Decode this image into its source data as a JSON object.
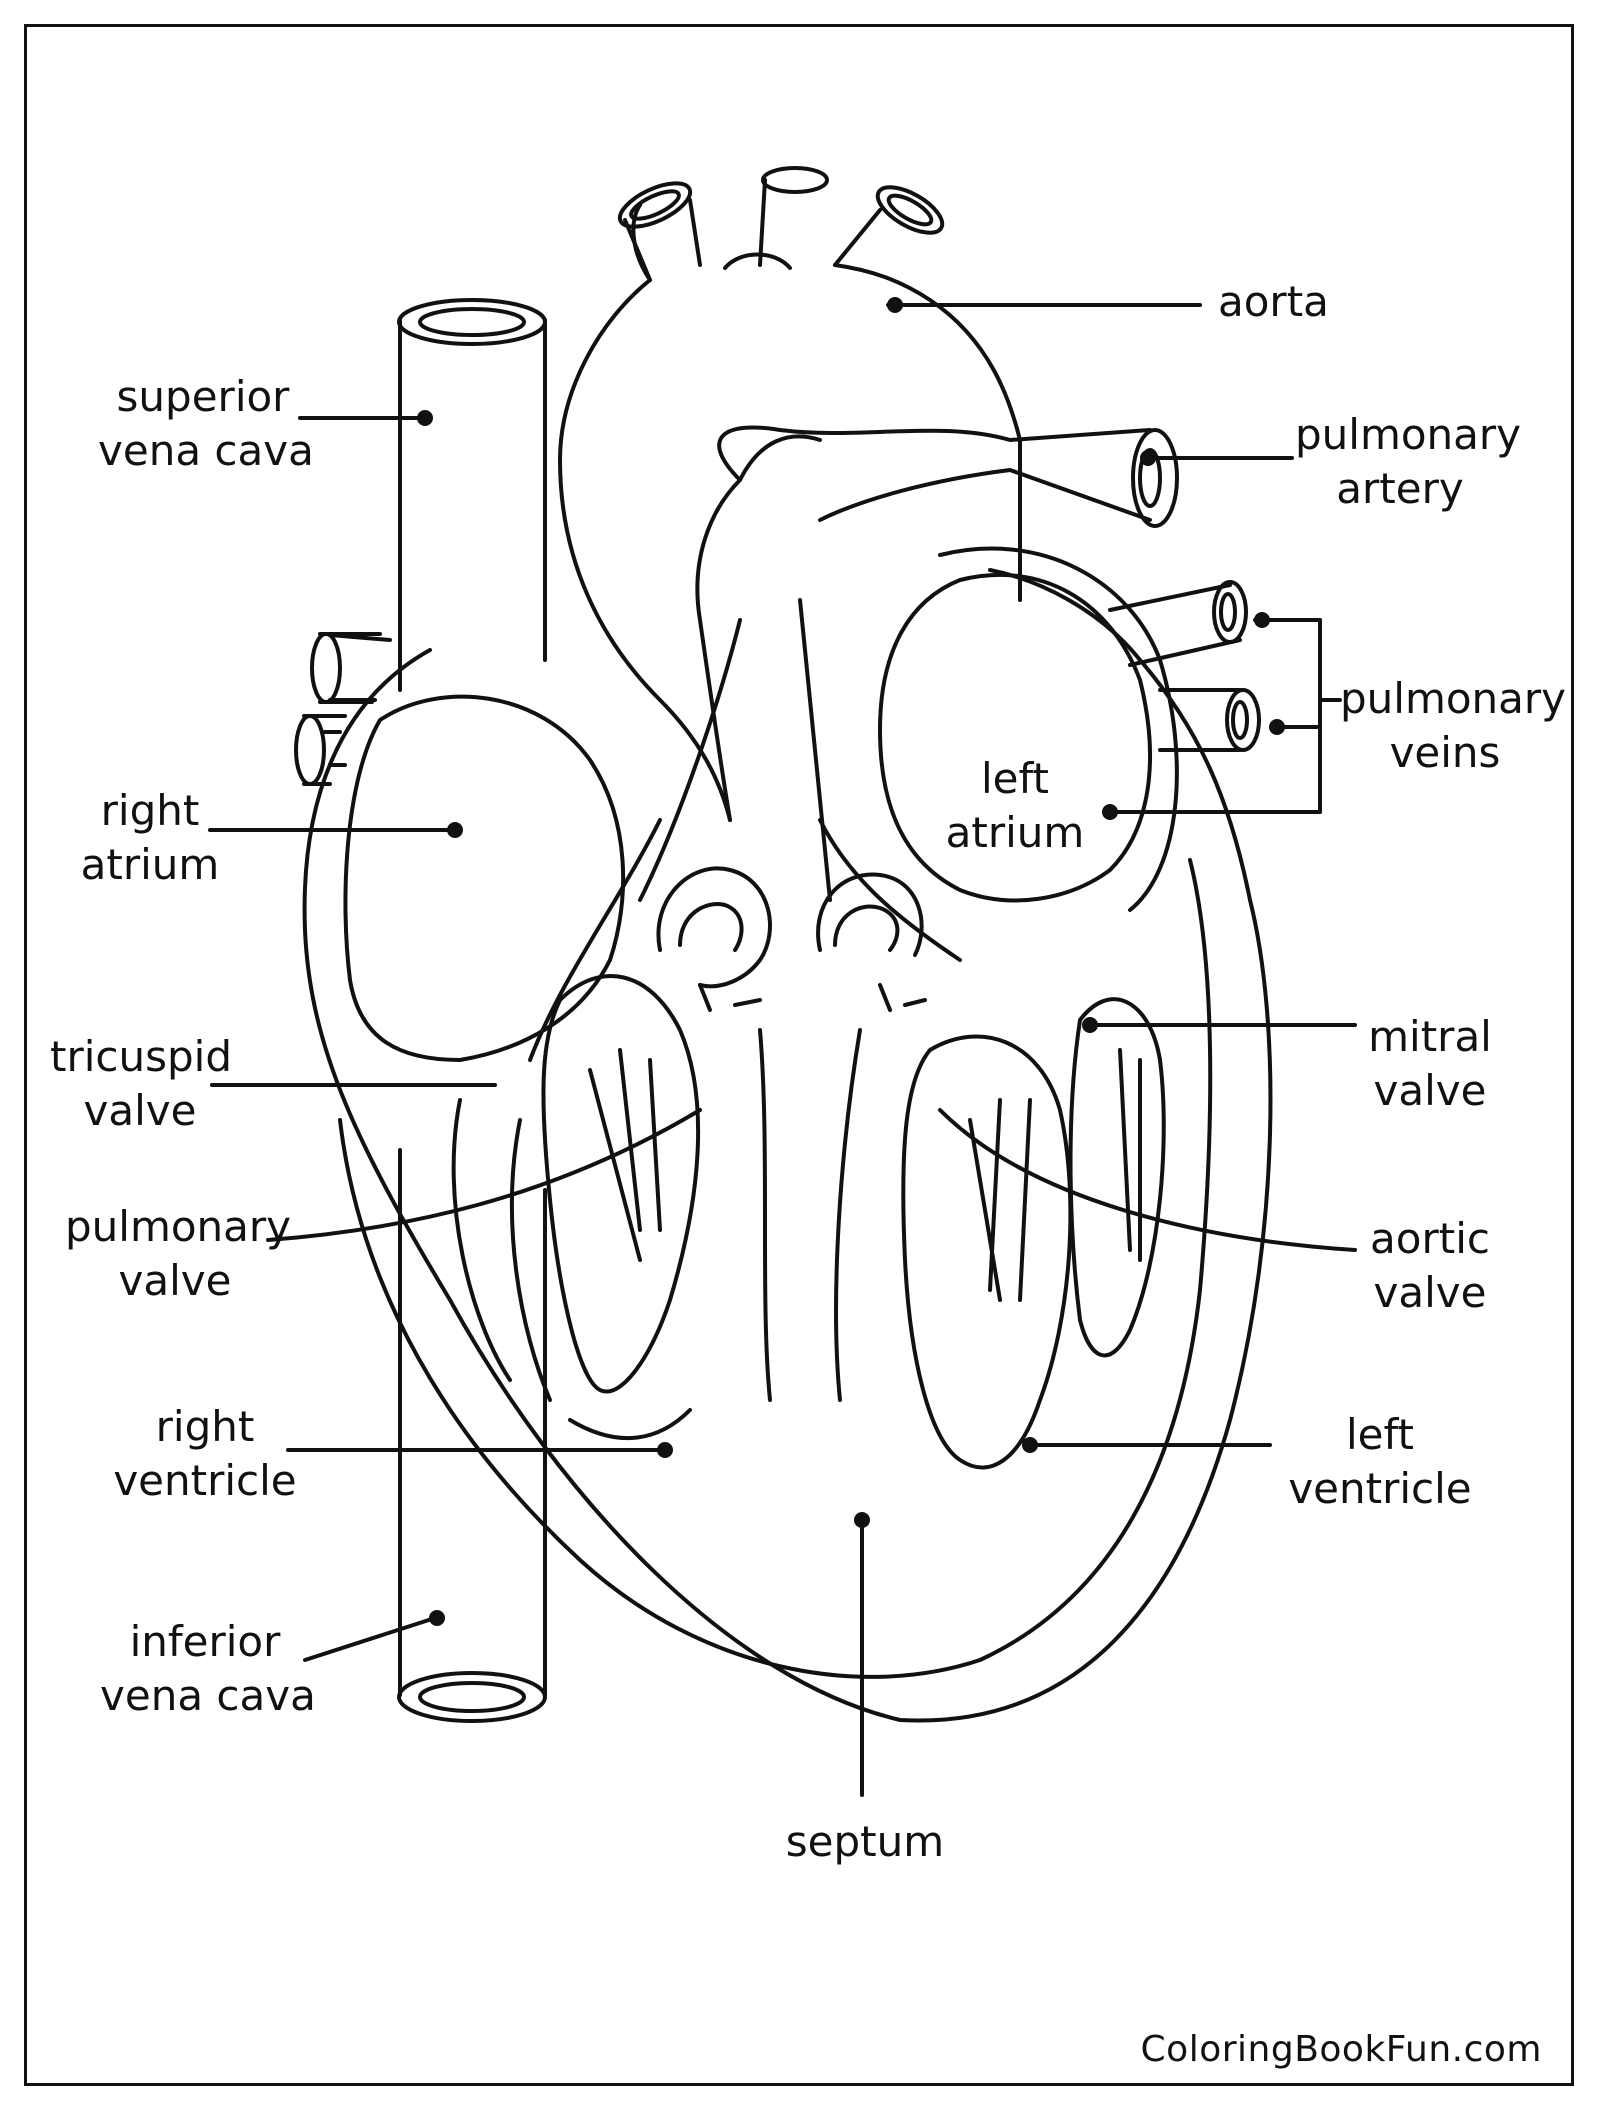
{
  "labels": {
    "aorta": [
      "aorta"
    ],
    "superior_vena_cava": [
      "superior",
      "vena cava"
    ],
    "pulmonary_artery": [
      "pulmonary",
      "artery"
    ],
    "pulmonary_veins": [
      "pulmonary",
      "veins"
    ],
    "left_atrium": [
      "left",
      "atrium"
    ],
    "right_atrium": [
      "right",
      "atrium"
    ],
    "tricuspid_valve": [
      "tricuspid",
      "valve"
    ],
    "mitral_valve": [
      "mitral",
      "valve"
    ],
    "pulmonary_valve": [
      "pulmonary",
      "valve"
    ],
    "aortic_valve": [
      "aortic",
      "valve"
    ],
    "right_ventricle": [
      "right",
      "ventricle"
    ],
    "left_ventricle": [
      "left",
      "ventricle"
    ],
    "inferior_vena_cava": [
      "inferior",
      "vena cava"
    ],
    "septum": [
      "septum"
    ]
  },
  "footer": "ColoringBookFun.com",
  "colors": {
    "ink": "#111111",
    "paper": "#ffffff"
  }
}
